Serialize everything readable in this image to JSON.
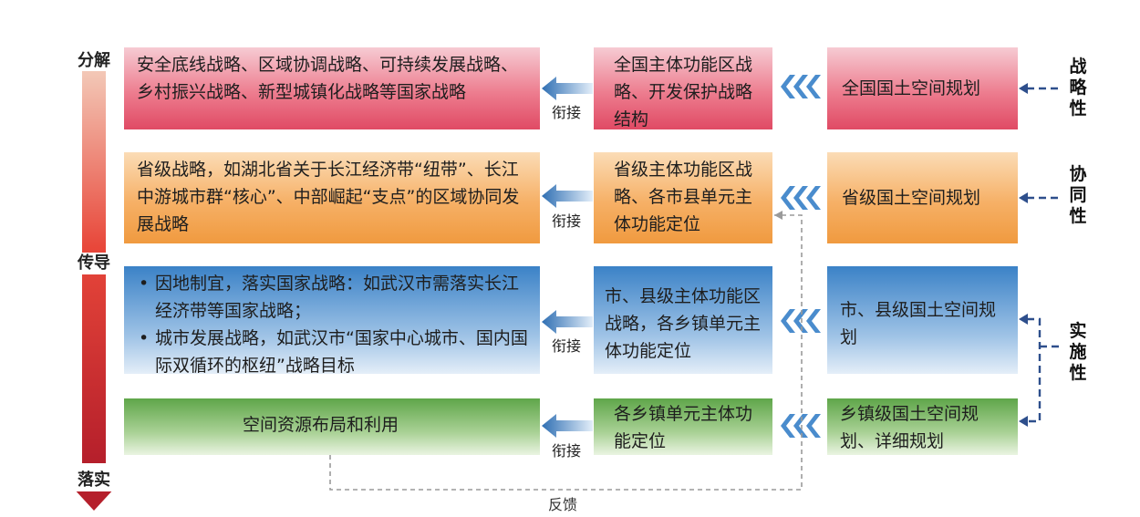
{
  "axis": {
    "top": "分解",
    "middle": "传导",
    "bottom": "落实"
  },
  "rows": [
    {
      "left": "安全底线战略、区域协调战略、可持续发展战略、乡村振兴战略、新型城镇化战略等国家战略",
      "middle": "全国主体功能区战略、开发保护战略结构",
      "right": "全国国土空间规划",
      "link": "衔接",
      "colors": {
        "theme": "#e65d74"
      }
    },
    {
      "left": "省级战略，如湖北省关于长江经济带“纽带”、长江中游城市群“核心”、中部崛起“支点”的区域协同发展战略",
      "middle": "省级主体功能区战略、各市县单元主体功能定位",
      "right": "省级国土空间规划",
      "link": "衔接",
      "colors": {
        "theme": "#f4a24d"
      }
    },
    {
      "left_bullets": [
        "因地制宜，落实国家战略：如武汉市需落实长江经济带等国家战略；",
        "城市发展战略，如武汉市“国家中心城市、国内国际双循环的枢纽”战略目标"
      ],
      "middle": "市、县级主体功能区战略，各乡镇单元主体功能定位",
      "right": "市、县级国土空间规划",
      "link": "衔接",
      "colors": {
        "theme": "#3b82c7"
      }
    },
    {
      "left": "空间资源布局和利用",
      "middle": "各乡镇单元主体功能定位",
      "right": "乡镇级国土空间规划、详细规划",
      "link": "衔接",
      "colors": {
        "theme": "#6aae55"
      }
    }
  ],
  "side_labels": {
    "strategic": "战略性",
    "coordination": "协同性",
    "implementation": "实施性"
  },
  "feedback": "反馈",
  "icons": {
    "chevrons": "triple-chevron-left-icon",
    "link_arrow": "arrow-left-icon"
  }
}
